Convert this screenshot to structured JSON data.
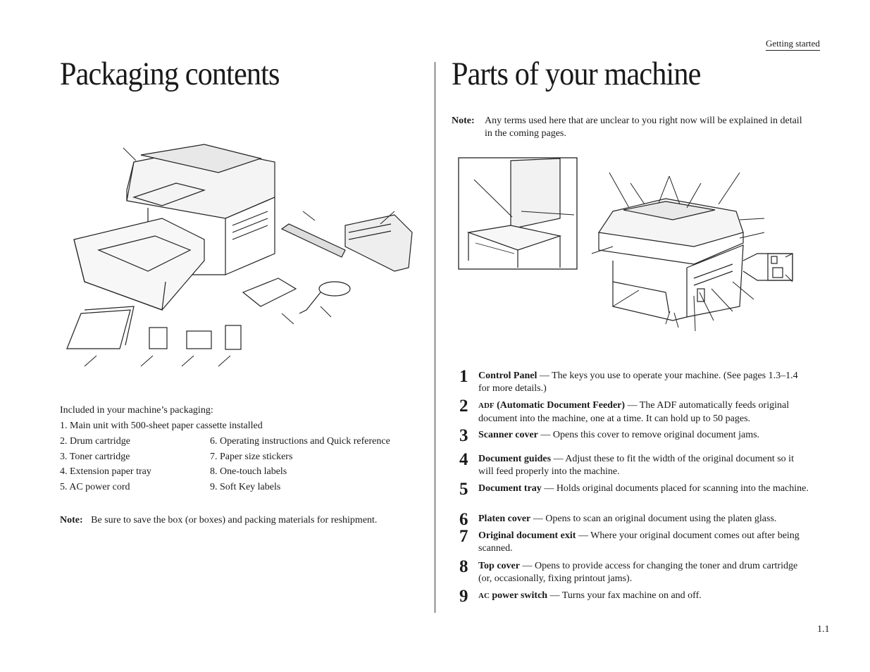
{
  "header": {
    "section": "Getting started"
  },
  "left": {
    "title": "Packaging contents",
    "intro": "Included in your machine’s packaging:",
    "item1": "1.  Main unit with 500-sheet paper cassette installed",
    "col1": [
      "2.  Drum cartridge",
      "3.  Toner cartridge",
      "4.  Extension paper tray",
      "5.  AC power cord"
    ],
    "col2": [
      "6.  Operating instructions and Quick reference",
      "7.  Paper size stickers",
      "8.  One-touch labels",
      "9.  Soft Key labels"
    ],
    "note_label": "Note:",
    "note_text": "Be sure to save the box (or boxes) and packing materials for reshipment."
  },
  "right": {
    "title": "Parts of your machine",
    "note_label": "Note:",
    "note_text": "Any terms used here that are unclear to you right now will be explained in detail in the coming pages.",
    "parts": [
      {
        "num": "1",
        "prefix": "",
        "name": "Control Panel",
        "desc": " — The keys you use to operate your machine. (See pages 1.3–1.4 for more details.)"
      },
      {
        "num": "2",
        "prefix": "ADF",
        "name": " (Automatic Document Feeder)",
        "desc": " — The ADF automatically feeds original document into the machine, one at a time. It can hold up to 50 pages."
      },
      {
        "num": "3",
        "prefix": "",
        "name": "Scanner cover",
        "desc": " — Opens this cover to remove original document jams."
      },
      {
        "num": "4",
        "prefix": "",
        "name": "Document guides",
        "desc": " — Adjust these to fit the width of the original document so it will feed properly into the machine."
      },
      {
        "num": "5",
        "prefix": "",
        "name": "Document tray",
        "desc": " — Holds original documents placed for scanning into the machine."
      },
      {
        "num": "6",
        "prefix": "",
        "name": "Platen cover",
        "desc": " — Opens to scan an original document using the platen glass."
      },
      {
        "num": "7",
        "prefix": "",
        "name": "Original document exit",
        "desc": " — Where your original document comes out after being scanned."
      },
      {
        "num": "8",
        "prefix": "",
        "name": "Top cover",
        "desc": " — Opens to provide access for changing the toner and drum cartridge (or, occasionally, fixing printout jams)."
      },
      {
        "num": "9",
        "prefix": "AC",
        "name": " power switch",
        "desc": " — Turns your fax machine on and off."
      }
    ]
  },
  "footer": {
    "page_number": "1.1"
  }
}
